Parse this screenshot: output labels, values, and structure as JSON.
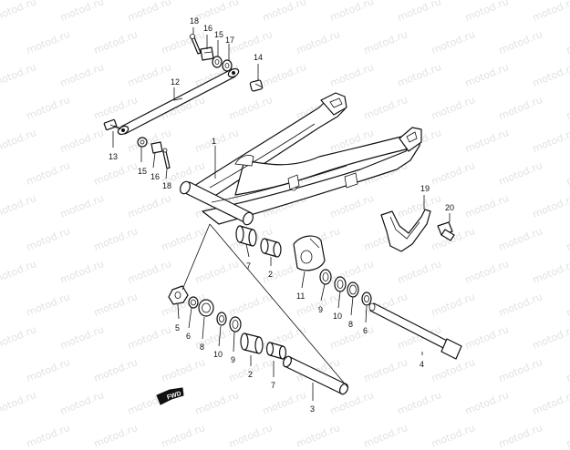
{
  "watermark": "motod.ru",
  "front_marker": "FWD",
  "callouts": {
    "c1": "1",
    "c2a": "2",
    "c2b": "2",
    "c3": "3",
    "c4": "4",
    "c5": "5",
    "c6a": "6",
    "c6b": "6",
    "c7a": "7",
    "c7b": "7",
    "c8a": "8",
    "c8b": "8",
    "c9a": "9",
    "c9b": "9",
    "c10a": "10",
    "c10b": "10",
    "c11": "11",
    "c12": "12",
    "c13": "13",
    "c14": "14",
    "c15a": "15",
    "c15b": "15",
    "c16a": "16",
    "c16b": "16",
    "c17": "17",
    "c18a": "18",
    "c18b": "18",
    "c19": "19",
    "c20": "20"
  }
}
